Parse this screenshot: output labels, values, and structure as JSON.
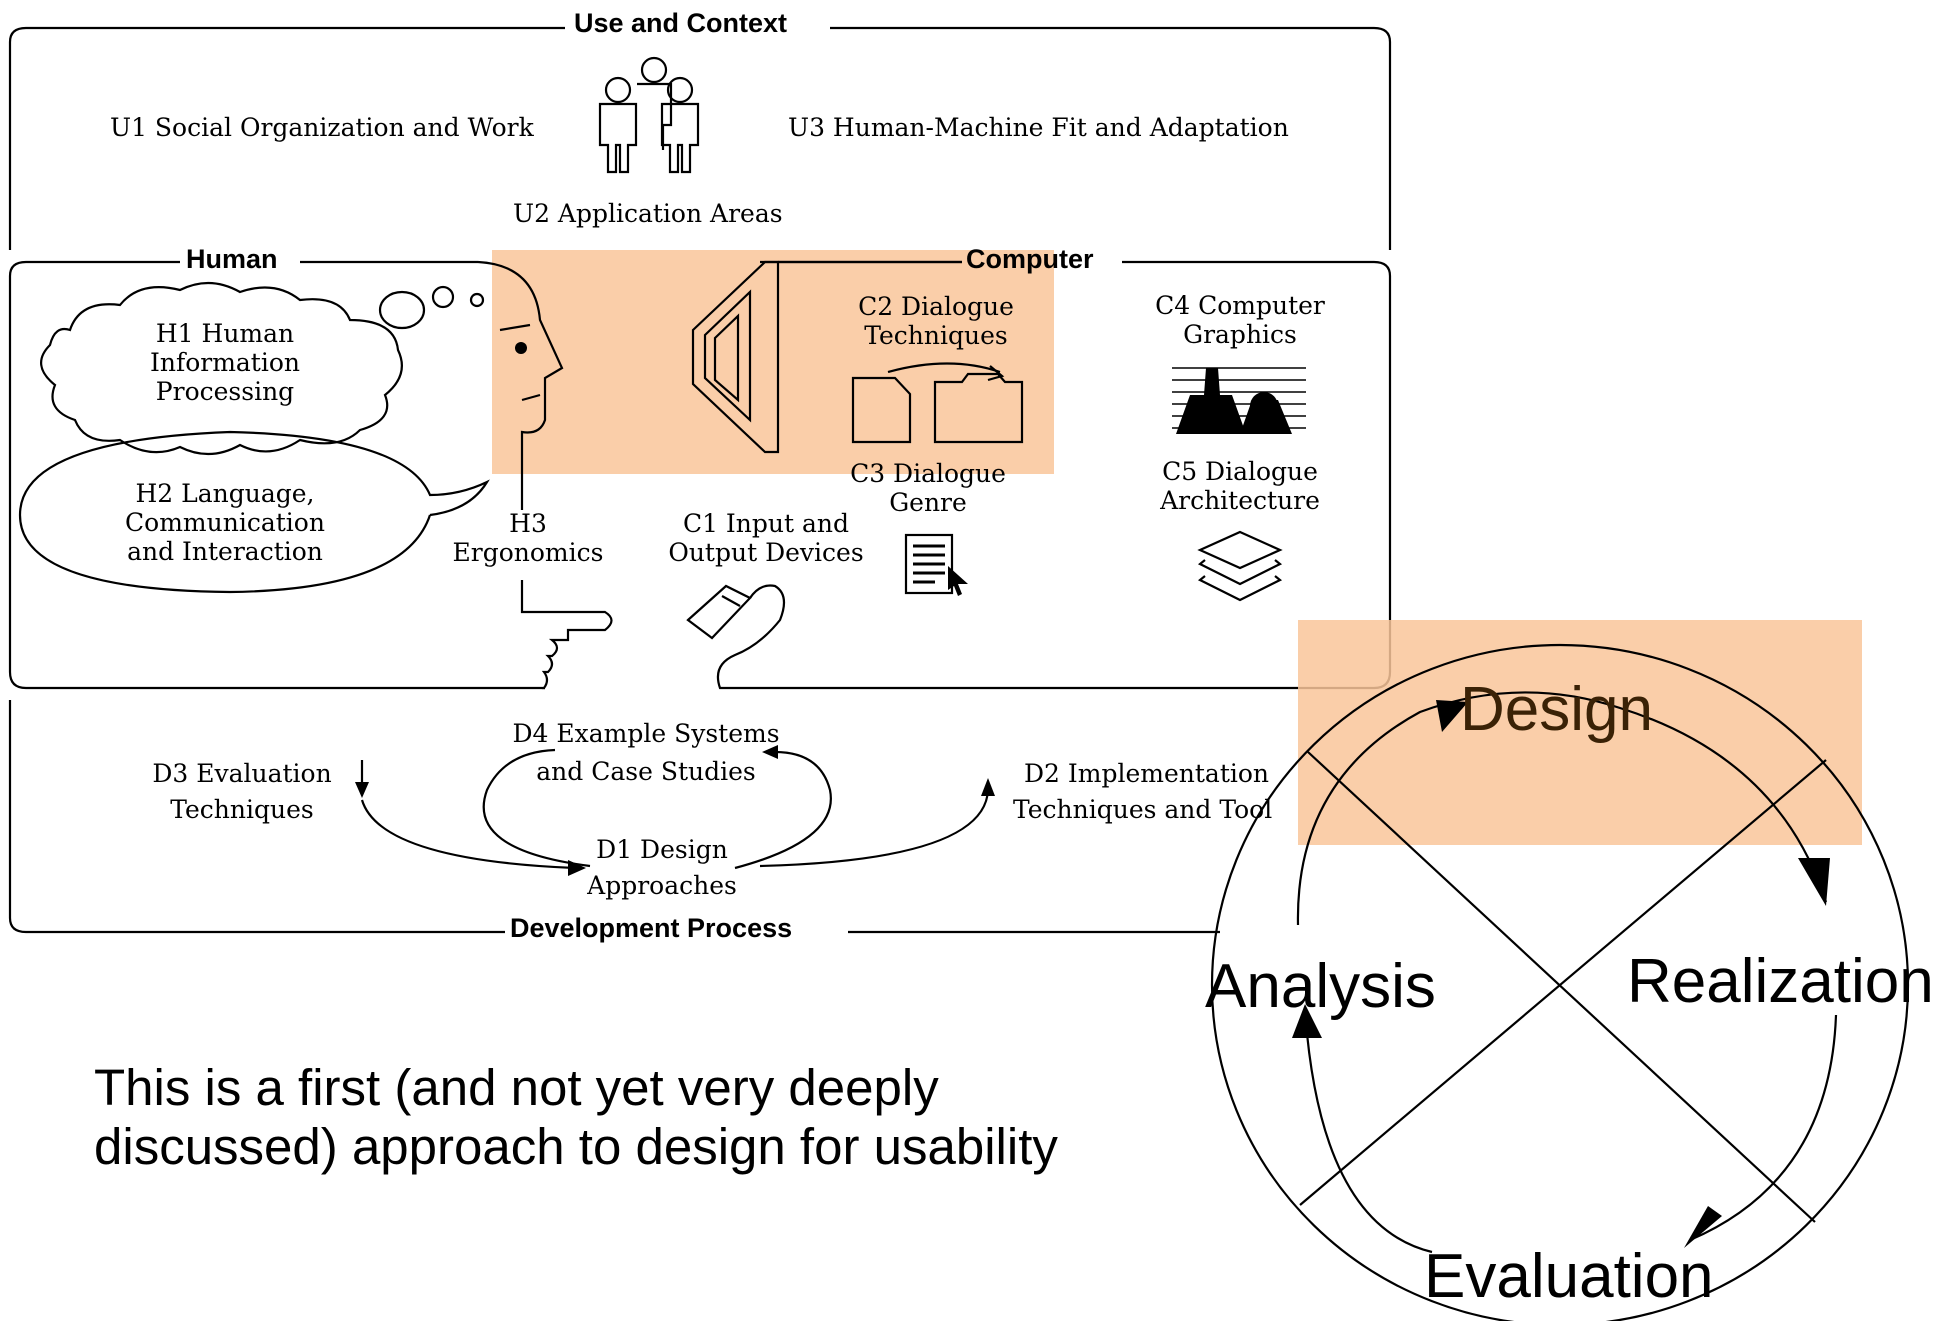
{
  "sections": {
    "use_context": "Use and Context",
    "human": "Human",
    "computer": "Computer",
    "development": "Development Process"
  },
  "use": {
    "u1": "U1 Social Organization and Work",
    "u2": "U2 Application Areas",
    "u3": "U3 Human-Machine Fit and Adaptation"
  },
  "human": {
    "h1": [
      "H1 Human",
      "Information",
      "Processing"
    ],
    "h2": [
      "H2 Language,",
      "Communication",
      "and Interaction"
    ],
    "h3": [
      "H3",
      "Ergonomics"
    ]
  },
  "computer": {
    "c1": [
      "C1 Input and",
      "Output Devices"
    ],
    "c2": [
      "C2 Dialogue",
      "Techniques"
    ],
    "c3": [
      "C3 Dialogue",
      "Genre"
    ],
    "c4": [
      "C4 Computer",
      "Graphics"
    ],
    "c5": [
      "C5 Dialogue",
      "Architecture"
    ]
  },
  "development": {
    "d1": [
      "D1 Design",
      "Approaches"
    ],
    "d2": [
      "D2 Implementation",
      "Techniques and Tool"
    ],
    "d3": [
      "D3 Evaluation",
      "Techniques"
    ],
    "d4": [
      "D4 Example Systems",
      "and Case Studies"
    ]
  },
  "cycle": {
    "design": "Design",
    "realization": "Realization",
    "evaluation": "Evaluation",
    "analysis": "Analysis"
  },
  "note": "This is a first (and not yet very deeply discussed) approach to design for usability",
  "colors": {
    "highlight": "#f9c59a",
    "highlight_opacity": 0.85
  }
}
